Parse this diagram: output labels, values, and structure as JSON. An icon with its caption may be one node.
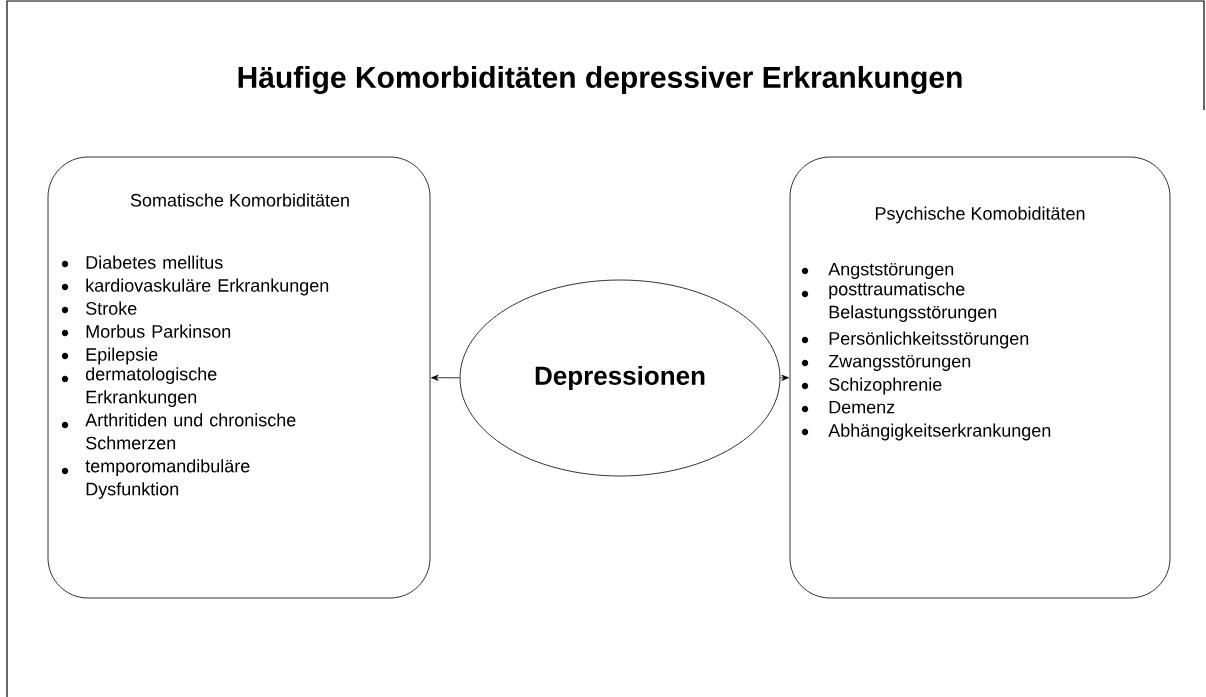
{
  "diagram": {
    "title": "Häufige Komorbiditäten depressiver Erkrankungen",
    "nodes": [
      {
        "text": [
          "Depressionen"
        ]
      },
      {
        "text": [
          "Somatische Komorbiditäten",
          "Diabetes mellitus",
          "kardiovaskuläre Erkrankungen",
          "Stroke",
          "Morbus Parkinson",
          "Epilepsie",
          "dermatologische Erkrankungen",
          "Arthritiden und chronische Schmerzen",
          "temporomandibuläre Dysfunktion"
        ]
      },
      {
        "text": [
          "Psychische Komobiditäten",
          "Angststörungen",
          "posttraumatische Belastungsstörungen",
          "Persönlichkeitsstörungen",
          "Zwangsstörungen",
          "Schizophrenie",
          "Demenz",
          "Abhängigkeitserkrankungen"
        ]
      }
    ],
    "edges": [
      {
        "from": 0,
        "to": 1,
        "arrow": "to"
      },
      {
        "from": 0,
        "to": 2,
        "arrow": "to"
      }
    ]
  }
}
